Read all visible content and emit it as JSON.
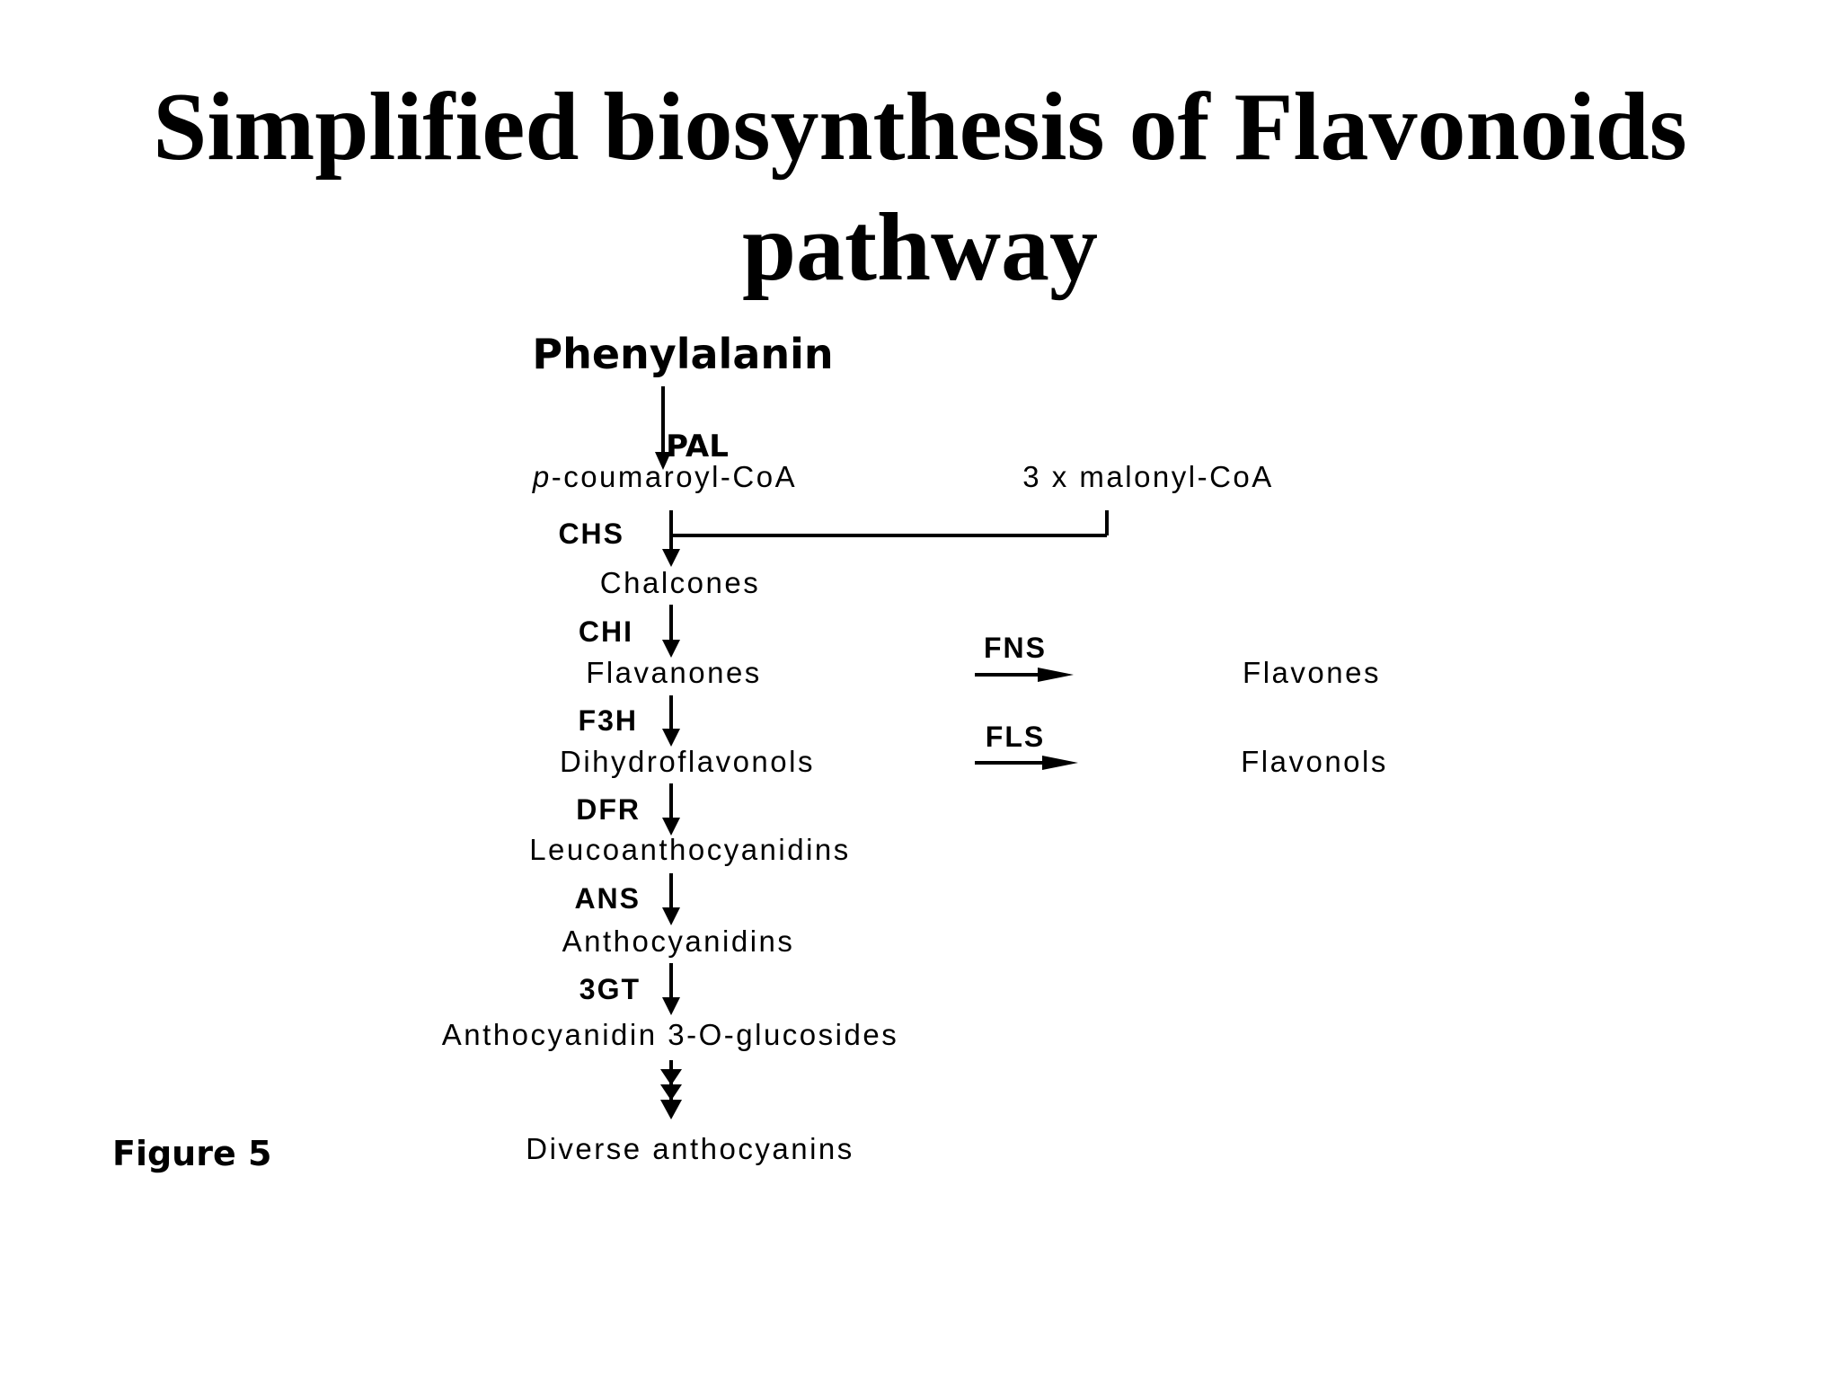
{
  "slide": {
    "title_line1": "Simplified biosynthesis of Flavonoids",
    "title_line2": "pathway",
    "figure_caption": "Figure 5"
  },
  "pathway": {
    "start": "Phenylalanin",
    "compounds": {
      "p_coumaroyl_italic": "p",
      "p_coumaroyl_rest": "-coumaroyl-CoA",
      "malonyl": "3 x malonyl-CoA",
      "chalcones": "Chalcones",
      "flavanones": "Flavanones",
      "flavones": "Flavones",
      "dihydroflavonols": "Dihydroflavonols",
      "flavonols": "Flavonols",
      "leucoanthocyanidins": "Leucoanthocyanidins",
      "anthocyanidins": "Anthocyanidins",
      "glucosides": "Anthocyanidin 3-O-glucosides",
      "anthocyanins": "Diverse anthocyanins"
    },
    "enzymes": {
      "pal": "PAL",
      "chs": "CHS",
      "chi": "CHI",
      "fns": "FNS",
      "f3h": "F3H",
      "fls": "FLS",
      "dfr": "DFR",
      "ans": "ANS",
      "gt3": "3GT"
    }
  }
}
